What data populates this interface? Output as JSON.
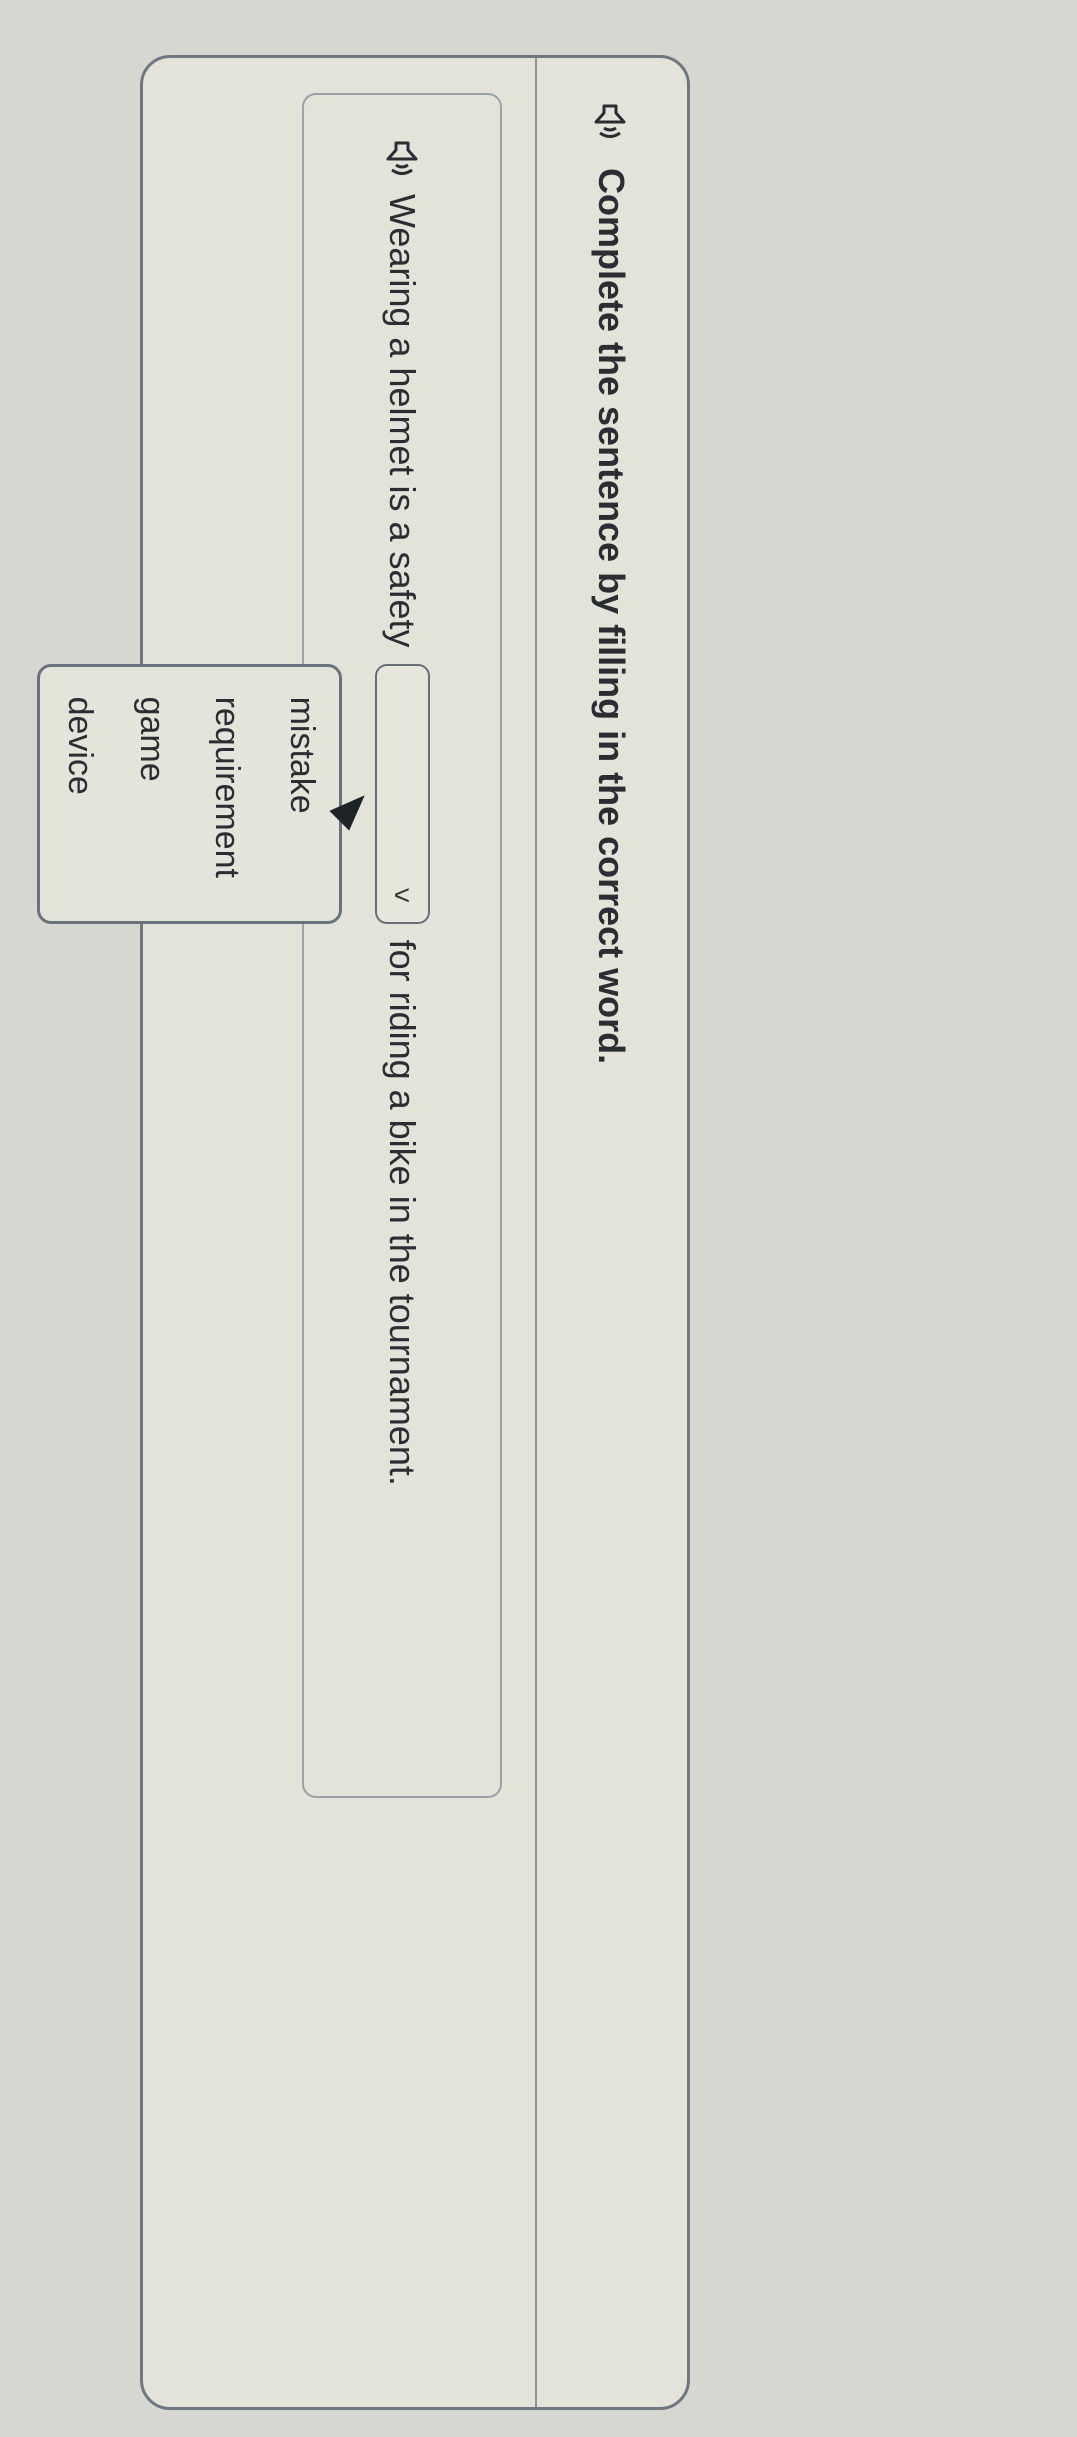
{
  "question": {
    "instruction": "Complete the sentence by filling in the correct word.",
    "sentence_before": "Wearing a helmet is a safety",
    "sentence_after": "for riding a bike in the tournament.",
    "select": {
      "selected": "",
      "state": "open"
    },
    "options": [
      "mistake",
      "requirement",
      "game",
      "device"
    ]
  },
  "icons": {
    "audio": "speaker-icon",
    "dropdown": "chevron-down-icon"
  }
}
